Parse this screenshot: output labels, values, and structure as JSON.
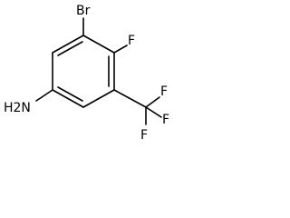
{
  "molecule": {
    "atoms": {
      "br": "Br",
      "f_ring": "F",
      "nh2": "H2N",
      "cf3_f_top": "F",
      "cf3_f_right": "F",
      "cf3_f_bottom": "F"
    }
  },
  "colors": {
    "bond": "#000000",
    "text": "#000000",
    "background": "#ffffff"
  }
}
